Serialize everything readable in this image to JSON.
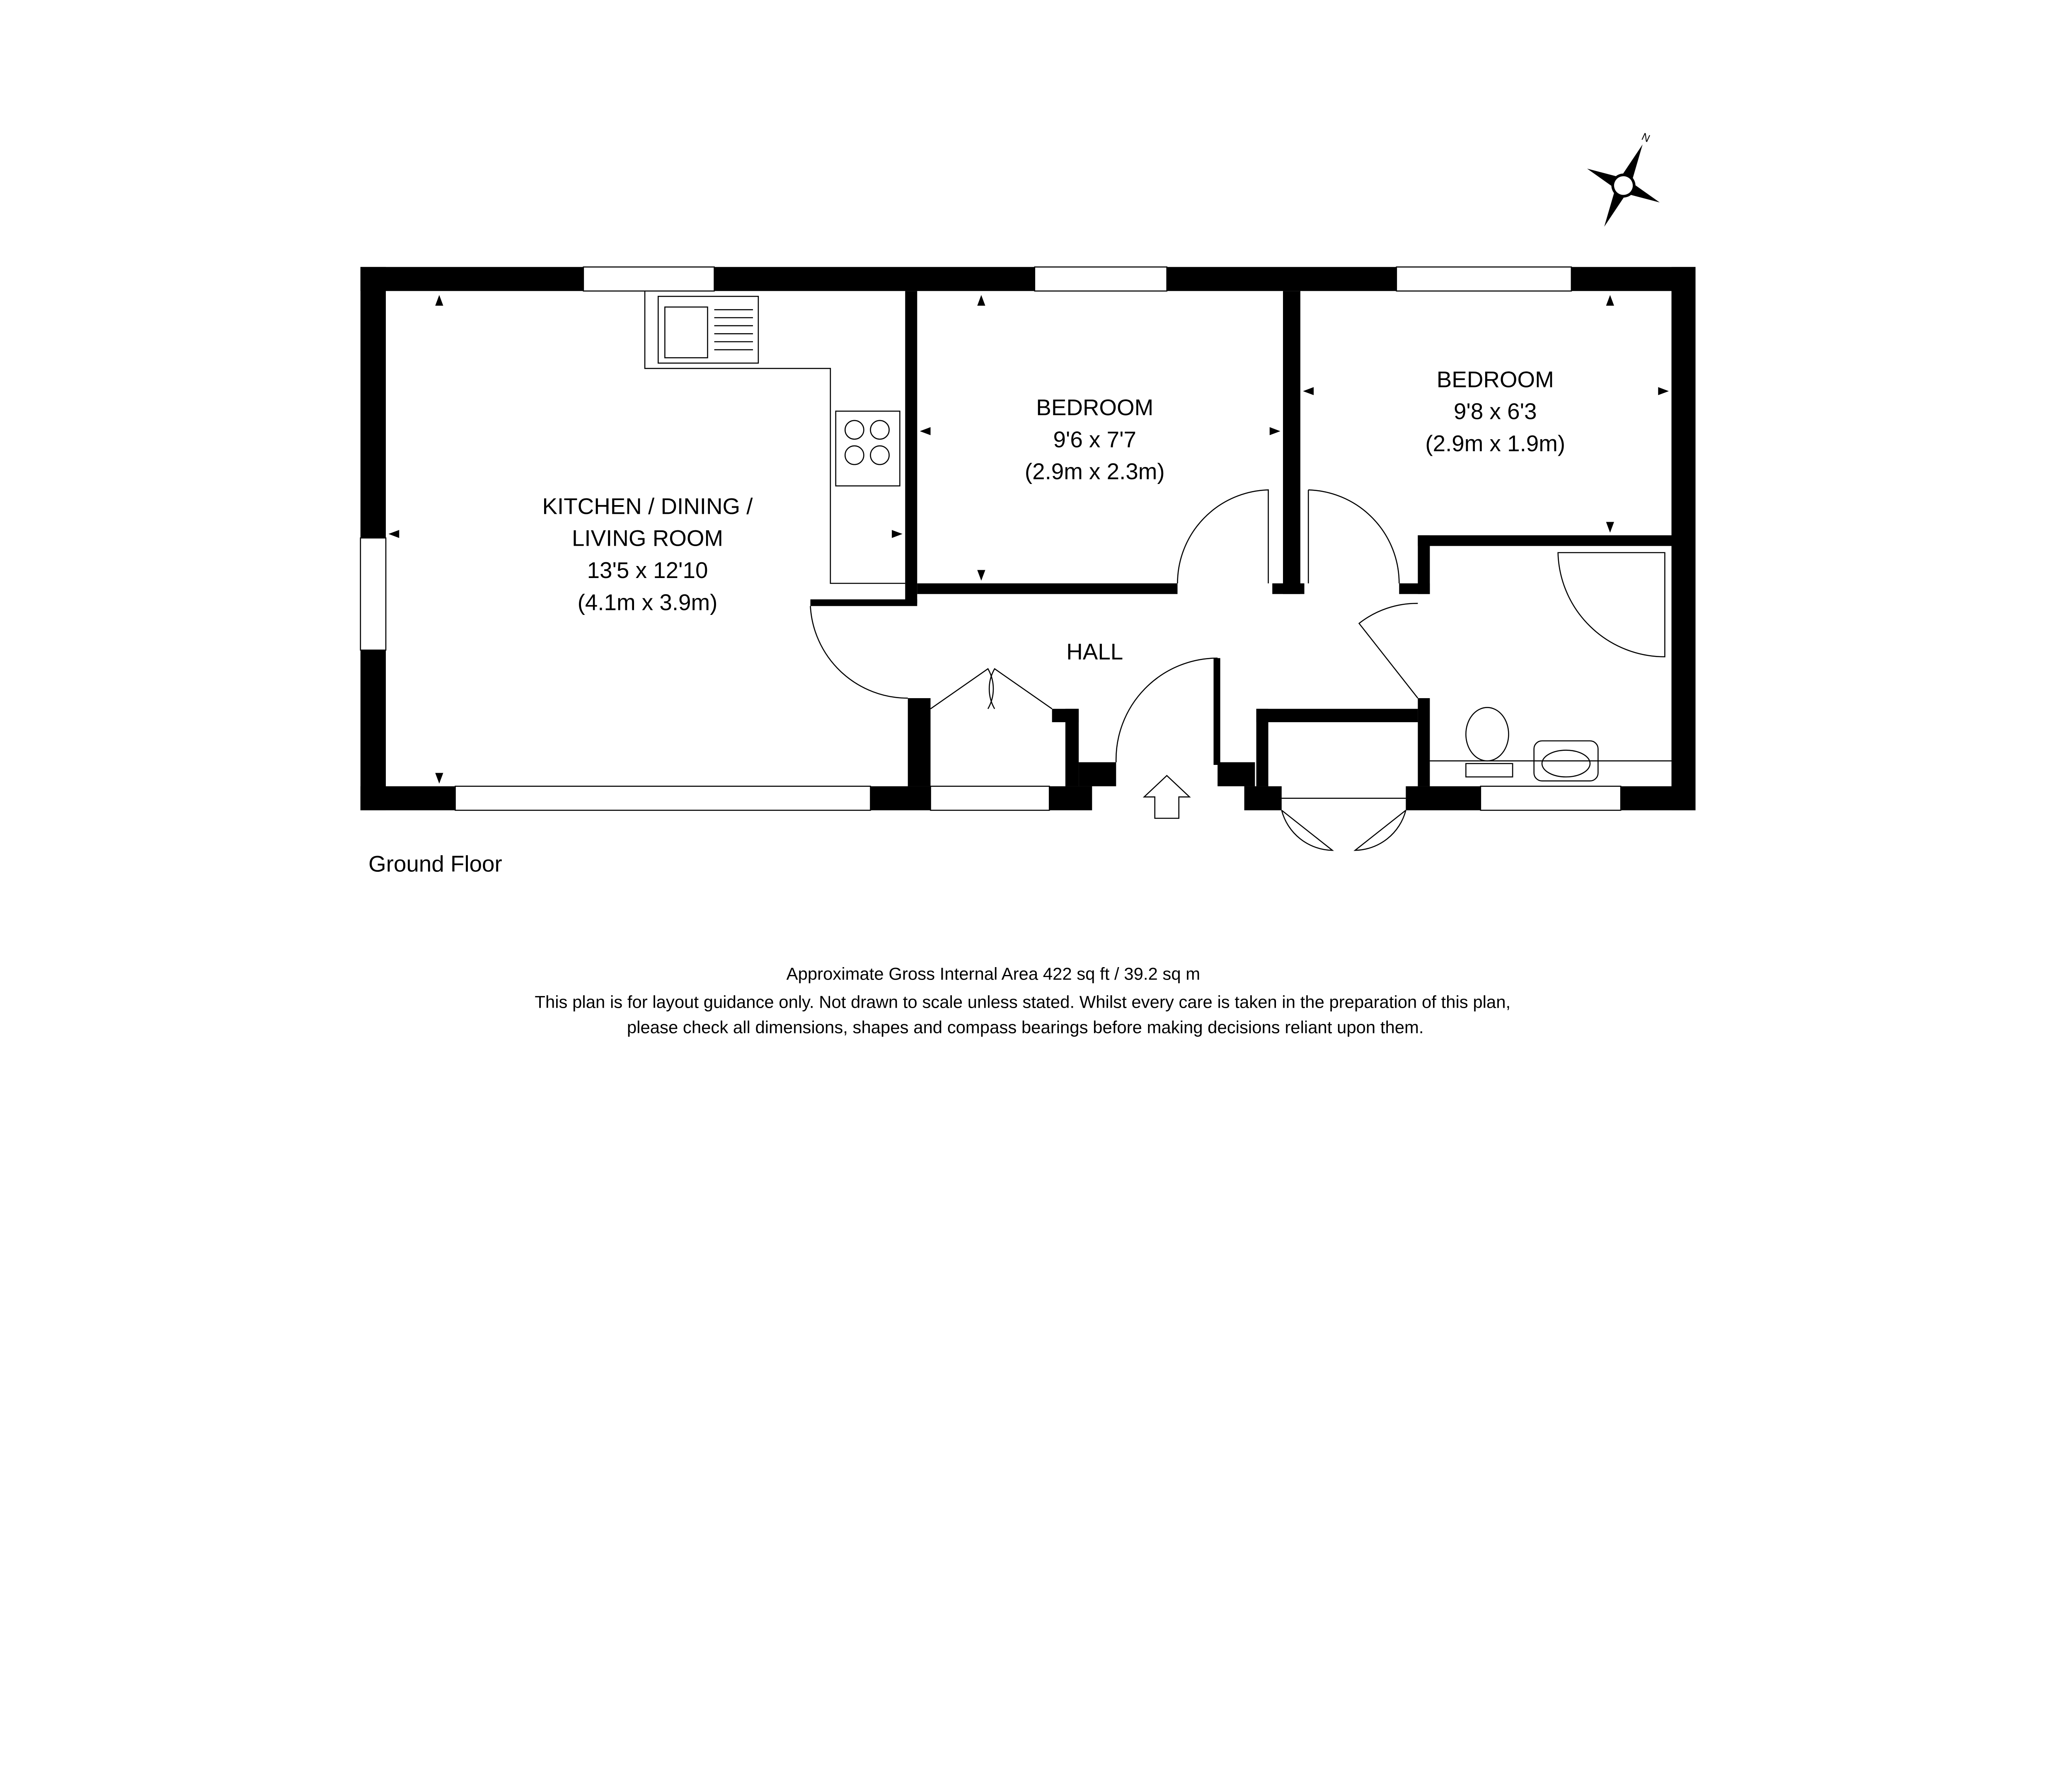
{
  "plan": {
    "floor_label": "Ground Floor",
    "compass_label": "N",
    "rooms": [
      {
        "name_lines": [
          "KITCHEN / DINING /",
          "LIVING ROOM"
        ],
        "imperial": "13'5 x 12'10",
        "metric": "(4.1m x 3.9m)"
      },
      {
        "name_lines": [
          "BEDROOM"
        ],
        "imperial": "9'6 x 7'7",
        "metric": "(2.9m x 2.3m)"
      },
      {
        "name_lines": [
          "BEDROOM"
        ],
        "imperial": "9'8 x 6'3",
        "metric": "(2.9m x 1.9m)"
      },
      {
        "name_lines": [
          "HALL"
        ]
      }
    ]
  },
  "footer": {
    "area": "Approximate Gross Internal Area 422 sq ft / 39.2 sq m",
    "disclaimer_1": "This plan is for layout guidance only.  Not drawn to scale unless stated. Whilst every care is taken in the preparation of this plan,",
    "disclaimer_2": "please check all dimensions, shapes and compass bearings before making decisions reliant upon them."
  }
}
